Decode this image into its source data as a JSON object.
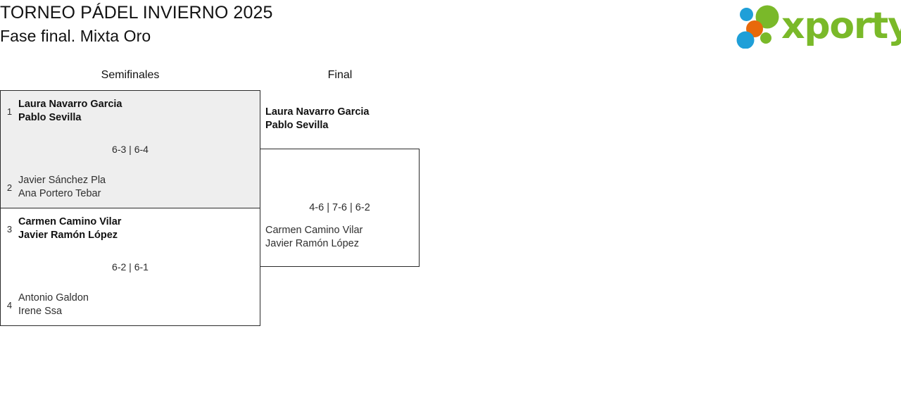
{
  "header": {
    "tournament_title": "TORNEO PÁDEL INVIERNO 2025",
    "phase_subtitle": "Fase final. Mixta Oro",
    "logo": {
      "wordmark": "xporty",
      "wordmark_color": "#7ab929",
      "dot_colors": {
        "blue": "#1f9fd8",
        "orange": "#e8690b",
        "green": "#7ab929"
      }
    }
  },
  "bracket": {
    "rounds": [
      {
        "id": "semifinals",
        "label": "Semifinales"
      },
      {
        "id": "final",
        "label": "Final"
      }
    ],
    "colors": {
      "highlight_background": "#eeeeee",
      "box_border": "#2b2b2b",
      "text": "#1c1c1c"
    },
    "matches": {
      "semifinal_1": {
        "score": "6-3 | 6-4",
        "top": {
          "seed": "1",
          "player1": "Laura Navarro Garcia",
          "player2": "Pablo Sevilla",
          "winner": true
        },
        "bottom": {
          "seed": "2",
          "player1": "Javier Sánchez Pla",
          "player2": "Ana Portero Tebar",
          "winner": false
        }
      },
      "semifinal_2": {
        "score": "6-2 | 6-1",
        "top": {
          "seed": "3",
          "player1": "Carmen Camino Vilar",
          "player2": "Javier Ramón López",
          "winner": true
        },
        "bottom": {
          "seed": "4",
          "player1": "Antonio Galdon",
          "player2": "Irene Ssa",
          "winner": false
        }
      },
      "final": {
        "score": "4-6 | 7-6 | 6-2",
        "top": {
          "player1": "Laura Navarro Garcia",
          "player2": "Pablo Sevilla",
          "winner": true
        },
        "bottom": {
          "player1": "Carmen Camino Vilar",
          "player2": "Javier Ramón López",
          "winner": false
        }
      }
    }
  }
}
